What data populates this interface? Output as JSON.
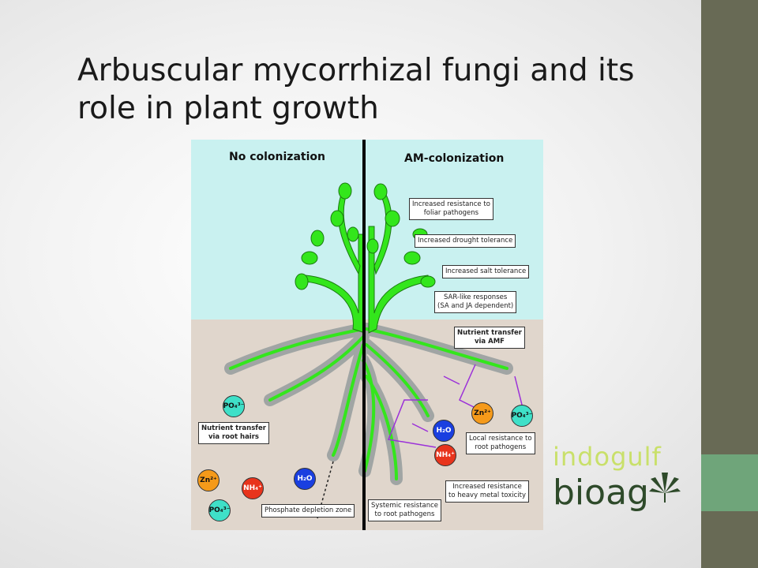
{
  "slide": {
    "title": "Arbuscular mycorrhizal fungi and its role in plant growth"
  },
  "diagram": {
    "left_header": "No colonization",
    "right_header": "AM-colonization",
    "labels": {
      "foliar": "Increased resistance to\nfoliar pathogens",
      "drought": "Increased drought tolerance",
      "salt": "Increased salt tolerance",
      "sar": "SAR-like responses\n(SA and JA dependent)",
      "amf": "Nutrient transfer\nvia AMF",
      "root_hairs": "Nutrient transfer\nvia root hairs",
      "local": "Local resistance to\nroot pathogens",
      "heavy_metal": "Increased resistance\nto heavy metal toxicity",
      "systemic": "Systemic resistance\nto root pathogens",
      "depletion": "Phosphate depletion zone"
    },
    "ions": {
      "po4": "PO₄³⁻",
      "zn": "Zn²⁺",
      "nh4": "NH₄⁺",
      "h2o": "H₂O"
    },
    "colors": {
      "sky": "#c9f1f0",
      "soil": "#e0d6cc",
      "plant": "#33e61c",
      "hyphae": "#9b30d9",
      "po4": "#3fe0c8",
      "zn": "#f59a1a",
      "nh4": "#e8341c",
      "h2o": "#1a3fe0"
    }
  },
  "logo": {
    "line1": "indogulf",
    "line2": "bioag"
  }
}
